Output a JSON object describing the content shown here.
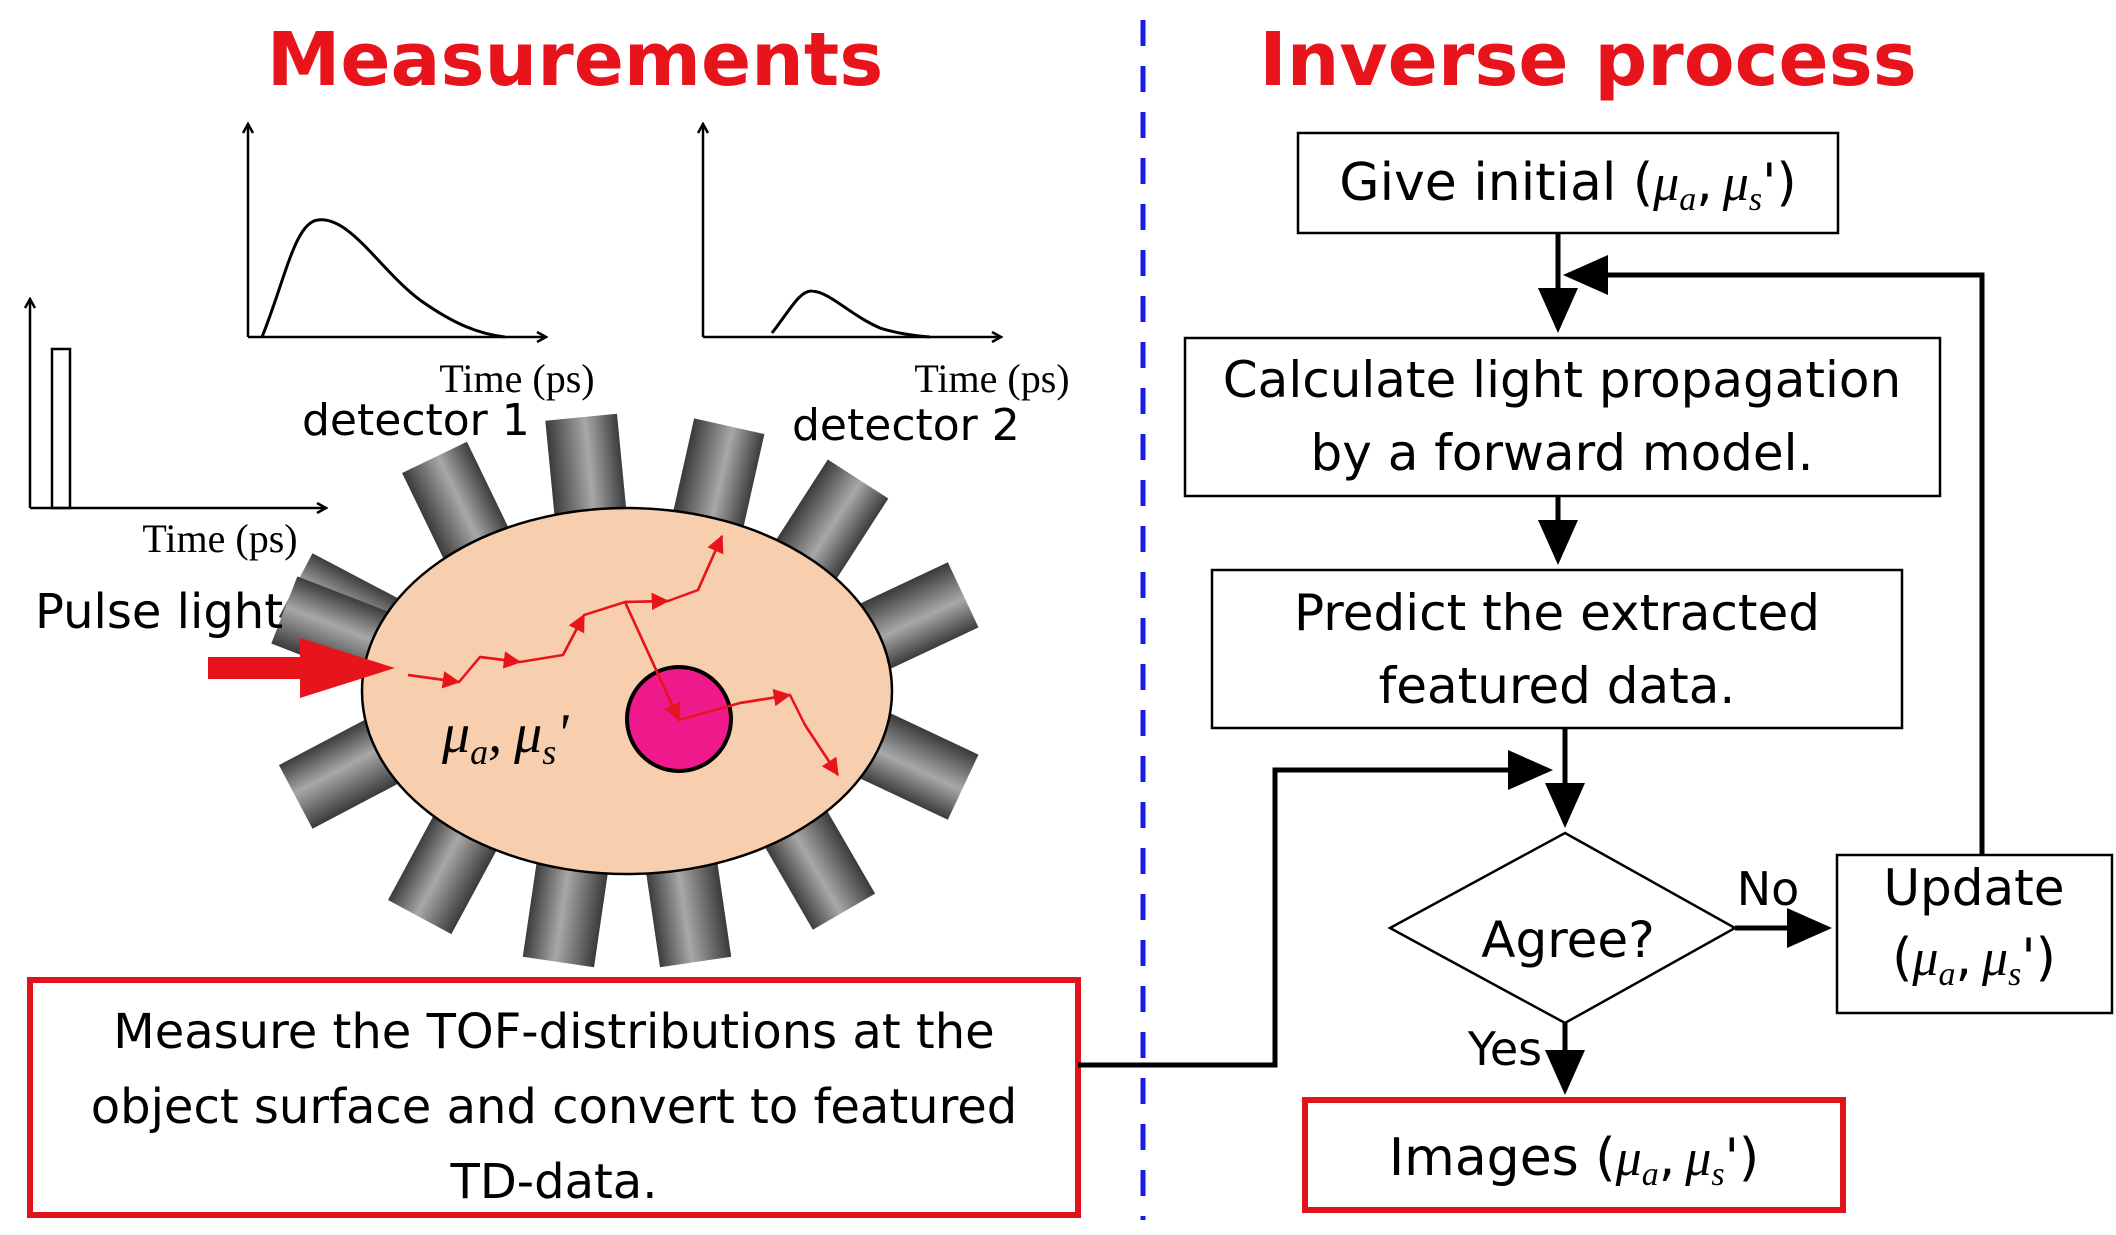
{
  "headings": {
    "left": "Measurements",
    "right": "Inverse process"
  },
  "graphs": {
    "pulse_xlabel": "Time (ps)",
    "d1_xlabel": "Time (ps)",
    "d2_xlabel": "Time (ps)",
    "detector1": "detector 1",
    "detector2": "detector 2"
  },
  "object": {
    "pulse_label": "Pulse light",
    "mu_a": "μ",
    "mu_a_sub": "a",
    "sep": ",",
    "mu_s": "μ",
    "mu_s_sub": "s",
    "prime": "'"
  },
  "measure_box": {
    "line1": "Measure the TOF-distributions at the",
    "line2": "object surface and convert to featured",
    "line3": "TD-data."
  },
  "flow": {
    "init_prefix": "Give initial (",
    "calc_line1": "Calculate light propagation",
    "calc_line2": "by a forward model.",
    "predict_line1": "Predict the extracted",
    "predict_line2": "featured data.",
    "agree": "Agree?",
    "no": "No",
    "yes": "Yes",
    "update_line1": "Update",
    "images_prefix": "Images ("
  },
  "colors": {
    "heading_red": "#e8141c",
    "divider_blue": "#1a1ae6",
    "object_fill": "#f8cfae",
    "inclusion_fill": "#ee1a8c",
    "photon_red": "#e8141c",
    "box_red": "#e0121a",
    "detector_gray": "#7a7a7a"
  },
  "icons": {
    "arrow": "arrow-icon",
    "detector": "detector-icon"
  }
}
